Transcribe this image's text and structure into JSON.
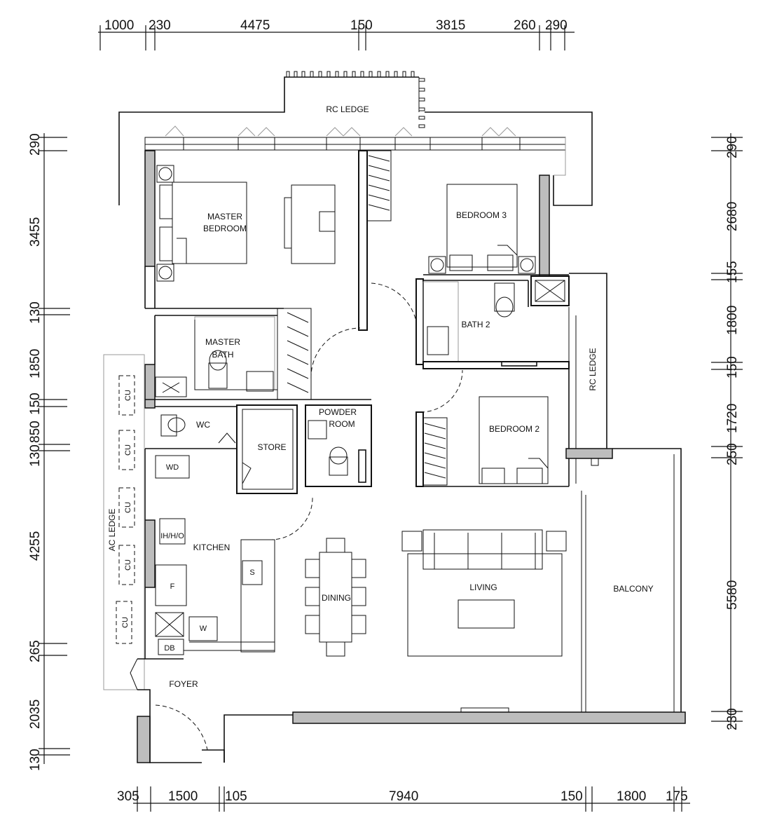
{
  "rooms": {
    "rc_ledge_top": "RC LEDGE",
    "master_bedroom_1": "MASTER",
    "master_bedroom_2": "BEDROOM",
    "bedroom3": "BEDROOM 3",
    "bath2": "BATH 2",
    "master_bath_1": "MASTER",
    "master_bath_2": "BATH",
    "wc": "WC",
    "store": "STORE",
    "powder_1": "POWDER",
    "powder_2": "ROOM",
    "bedroom2": "BEDROOM 2",
    "rc_ledge_right": "RC LEDGE",
    "kitchen": "KITCHEN",
    "dining": "DINING",
    "living": "LIVING",
    "balcony": "BALCONY",
    "foyer": "FOYER",
    "ac_ledge": "AC LEDGE"
  },
  "fixtures": {
    "wd": "WD",
    "ih": "IH/H/O",
    "fridge": "F",
    "sink": "S",
    "w": "W",
    "db": "DB",
    "cu": "CU"
  },
  "dimensions": {
    "top": [
      "1000",
      "230",
      "4475",
      "150",
      "3815",
      "260",
      "290"
    ],
    "bottom": [
      "305",
      "1500",
      "105",
      "7940",
      "150",
      "1800",
      "175"
    ],
    "left": [
      "290",
      "3455",
      "130",
      "1850",
      "150",
      "850",
      "130",
      "4255",
      "265",
      "2035",
      "130"
    ],
    "right": [
      "290",
      "2680",
      "155",
      "1800",
      "150",
      "1720",
      "250",
      "5580",
      "230"
    ]
  }
}
